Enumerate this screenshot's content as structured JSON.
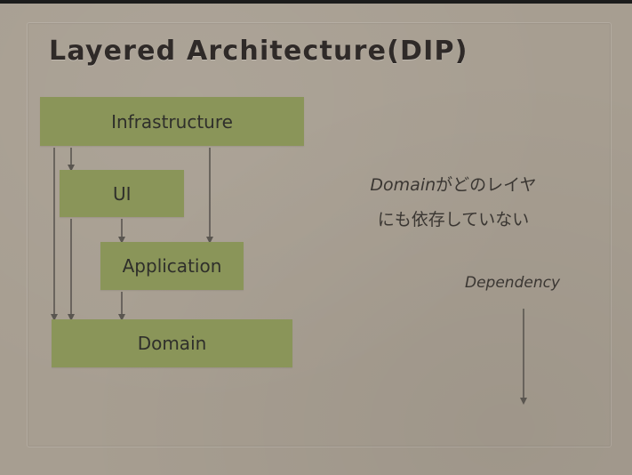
{
  "title": "Layered Architecture(DIP)",
  "layers": {
    "infrastructure": "Infrastructure",
    "ui": "UI",
    "application": "Application",
    "domain": "Domain"
  },
  "note": {
    "line1_prefix": "Domain",
    "line1_suffix": "がどのレイヤ",
    "line2": "にも依存していない"
  },
  "legend": {
    "dependency_label": "Dependency"
  },
  "colors": {
    "slide_background": "#a79e91",
    "layer_fill": "#8a9559",
    "arrow": "#5a5650",
    "text": "#2f2a28"
  }
}
